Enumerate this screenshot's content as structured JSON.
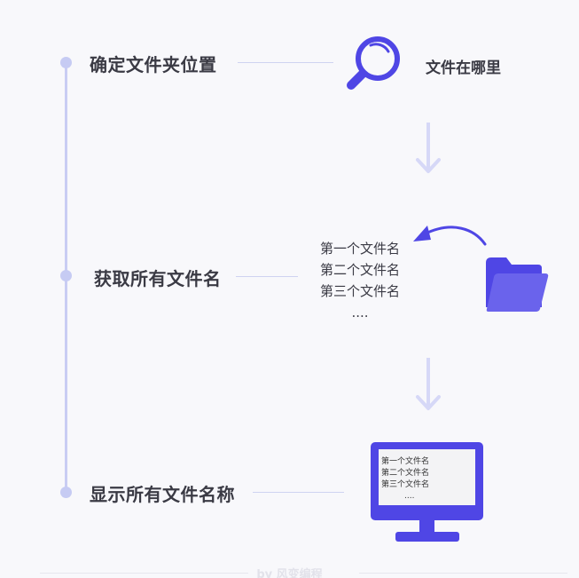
{
  "steps": [
    {
      "label": "确定文件夹位置",
      "note": "文件在哪里"
    },
    {
      "label": "获取所有文件名",
      "files": [
        "第一个文件名",
        "第二个文件名",
        "第三个文件名",
        "...."
      ]
    },
    {
      "label": "显示所有文件名称",
      "screen_files": [
        "第一个文件名",
        "第二个文件名",
        "第三个文件名",
        "...."
      ]
    }
  ],
  "footer": "by 风变编程",
  "colors": {
    "accent": "#4f46e5",
    "accent_light": "#6a63ec",
    "timeline": "#c9cdf3",
    "arrow": "#d6d8f7"
  },
  "icons": [
    "search-icon",
    "folder-icon",
    "monitor-icon",
    "curved-arrow-icon",
    "down-arrow-icon"
  ]
}
